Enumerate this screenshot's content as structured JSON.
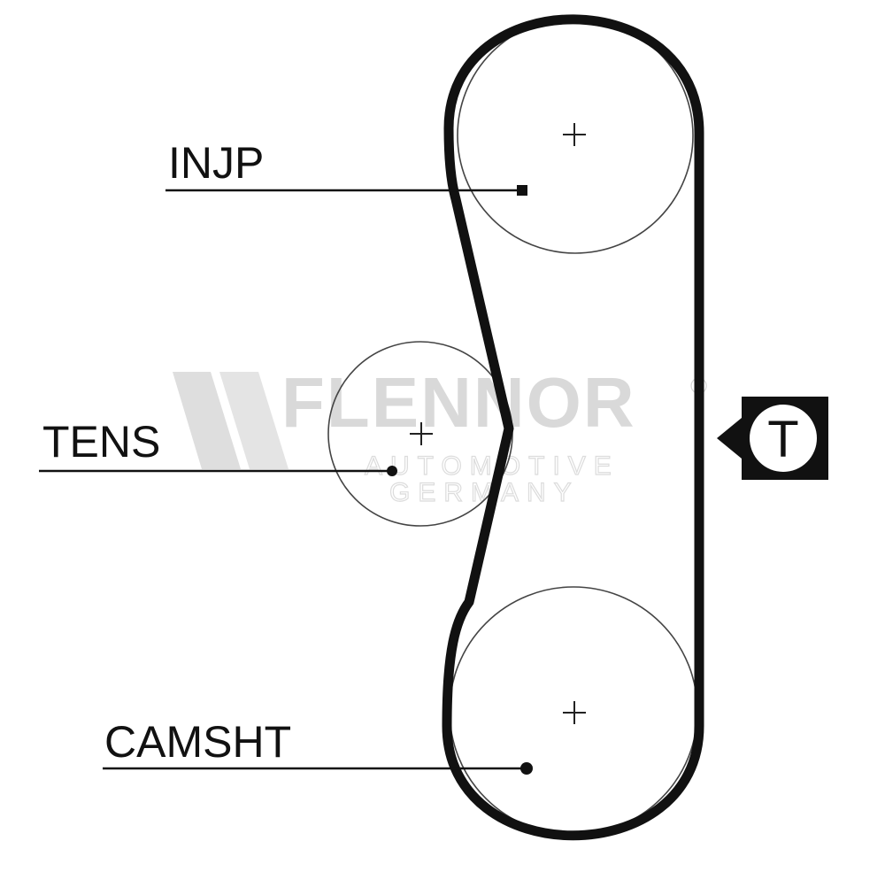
{
  "labels": {
    "injp": "INJP",
    "tens": "TENS",
    "camsht": "CAMSHT"
  },
  "tension_marker": "T",
  "watermark": {
    "brand": "FLENNOR",
    "registered": "®",
    "line1": "AUTOMOTIVE",
    "line2": "GERMANY"
  },
  "colors": {
    "ink": "#111111",
    "watermark": "#d9d9d9",
    "background": "#ffffff"
  }
}
